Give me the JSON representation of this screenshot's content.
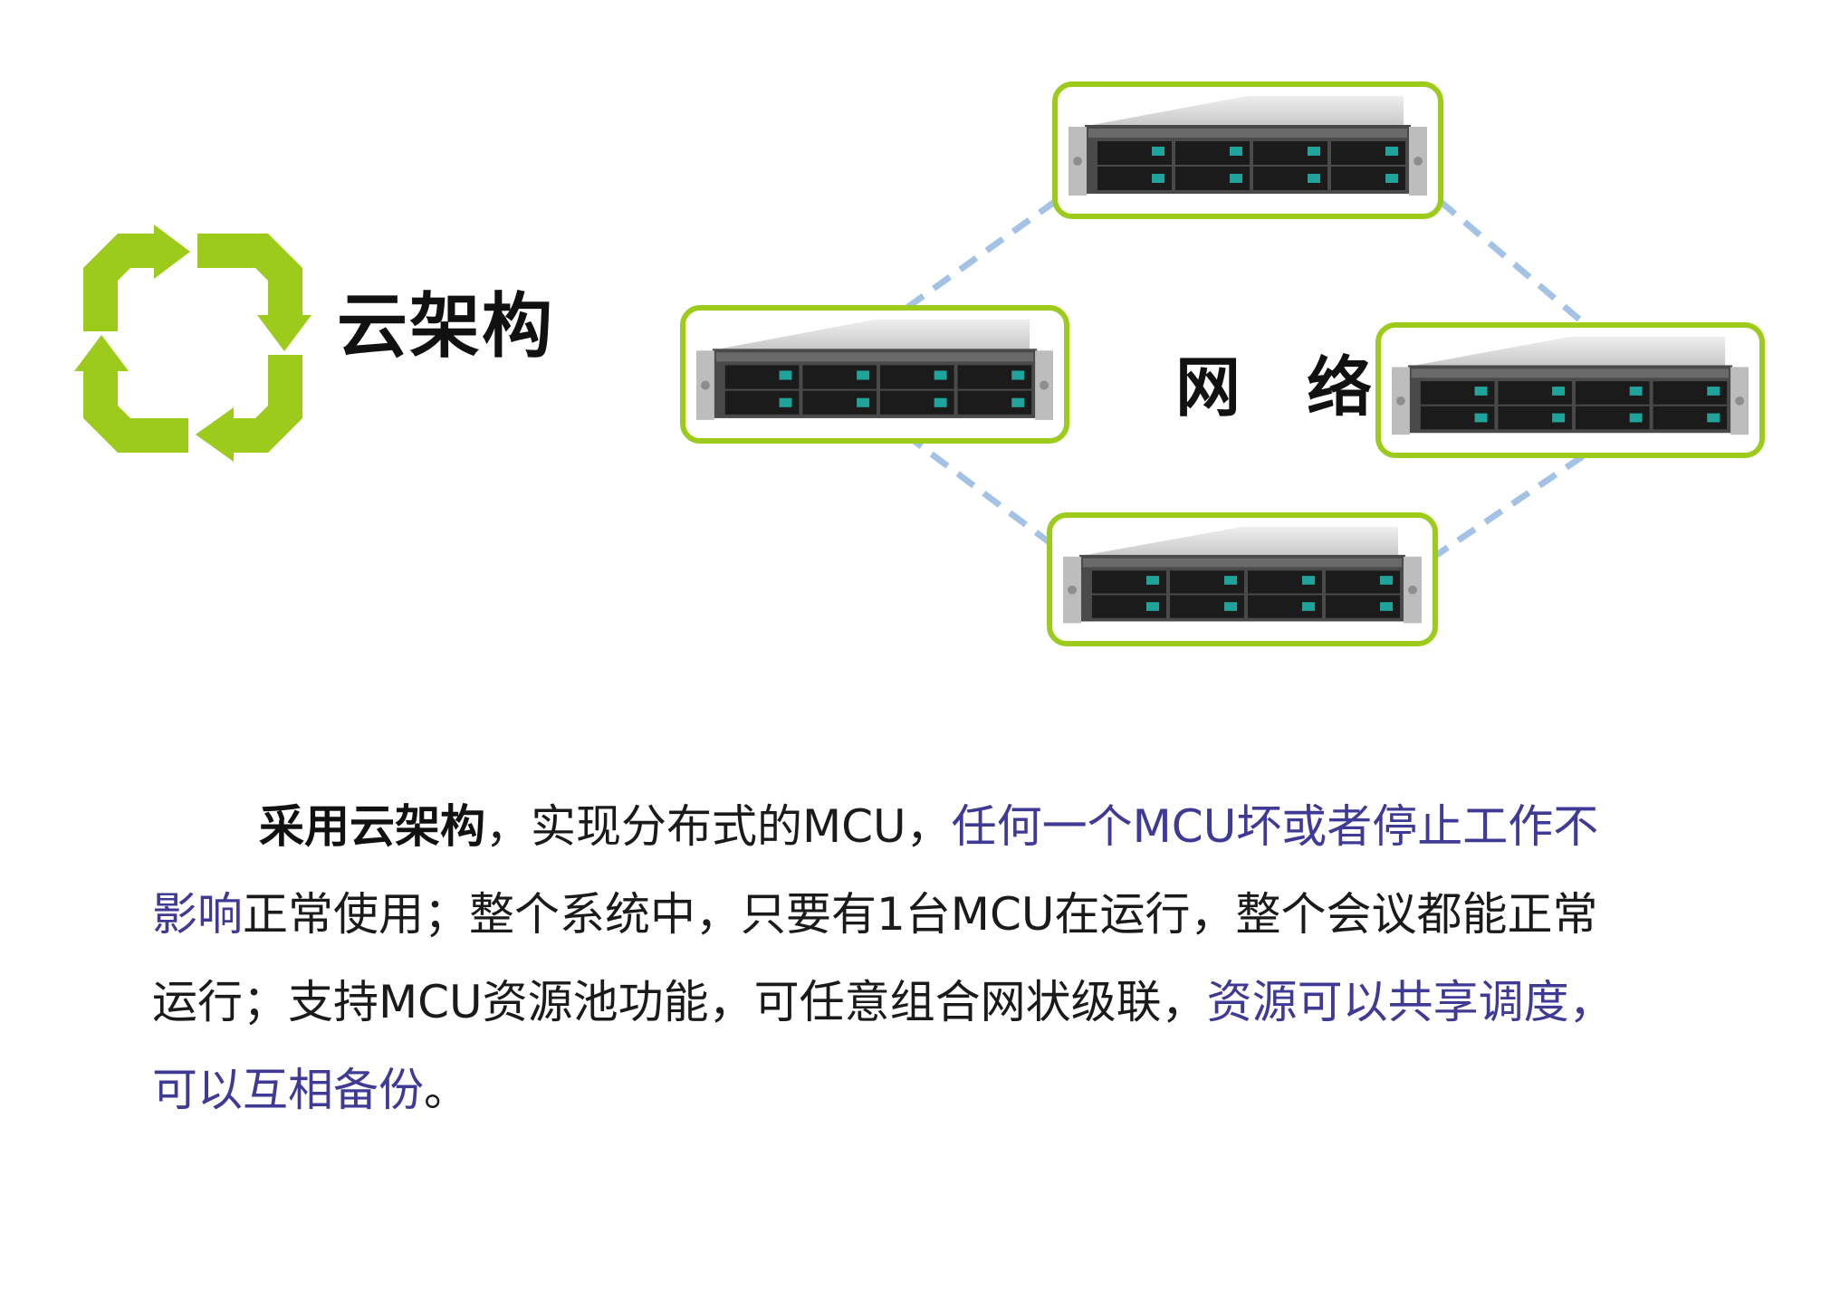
{
  "header": {
    "title": "云架构"
  },
  "network": {
    "label": "网 络"
  },
  "colors": {
    "accent_green": "#9dcb1c",
    "link_blue": "#a4c2e6",
    "highlight_text": "#3e3a96",
    "body_text": "#1a1a1a"
  },
  "servers": [
    {
      "name": "server-top"
    },
    {
      "name": "server-left"
    },
    {
      "name": "server-right"
    },
    {
      "name": "server-bottom"
    }
  ],
  "description": {
    "line1": {
      "bold": "采用云架构",
      "plain": "，实现分布式的MCU，",
      "highlight": "任何一个MCU坏或者停止工作不"
    },
    "line2": {
      "highlight": "影响",
      "plain": "正常使用；整个系统中，只要有1台MCU在运行，整个会议都能正常"
    },
    "line3": {
      "plain": "运行；支持MCU资源池功能，可任意组合网状级联，",
      "highlight": "资源可以共享调度，"
    },
    "line4": {
      "highlight": "可以互相备份",
      "plain": "。"
    }
  }
}
